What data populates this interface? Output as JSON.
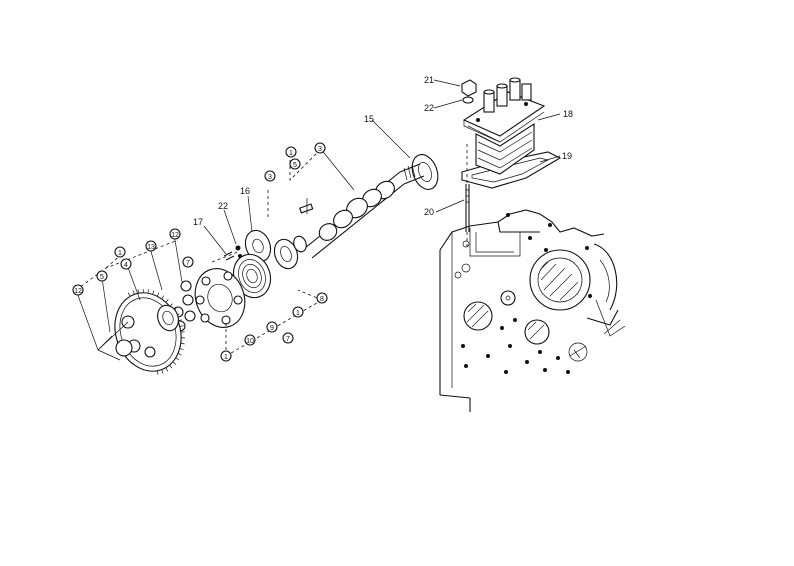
{
  "diagram": {
    "callouts": [
      {
        "id": "c15",
        "label": "15"
      },
      {
        "id": "c16",
        "label": "16"
      },
      {
        "id": "c17",
        "label": "17"
      },
      {
        "id": "c18",
        "label": "18"
      },
      {
        "id": "c19",
        "label": "19"
      },
      {
        "id": "c20",
        "label": "20"
      },
      {
        "id": "c21",
        "label": "21"
      },
      {
        "id": "c22a",
        "label": "22"
      },
      {
        "id": "c22b",
        "label": "22"
      }
    ],
    "circled": [
      {
        "id": "k1",
        "label": "1"
      },
      {
        "id": "k2",
        "label": "5"
      },
      {
        "id": "k3",
        "label": "3"
      },
      {
        "id": "k4",
        "label": "3"
      },
      {
        "id": "k5",
        "label": "1"
      },
      {
        "id": "k6",
        "label": "4"
      },
      {
        "id": "k7",
        "label": "13"
      },
      {
        "id": "k8",
        "label": "12"
      },
      {
        "id": "k9",
        "label": "12"
      },
      {
        "id": "k10",
        "label": "5"
      },
      {
        "id": "k11",
        "label": "7"
      },
      {
        "id": "k12",
        "label": "10"
      },
      {
        "id": "k13",
        "label": "9"
      },
      {
        "id": "k14",
        "label": "7"
      },
      {
        "id": "k15",
        "label": "1"
      },
      {
        "id": "k16",
        "label": "8"
      },
      {
        "id": "k17",
        "label": "1"
      }
    ]
  }
}
